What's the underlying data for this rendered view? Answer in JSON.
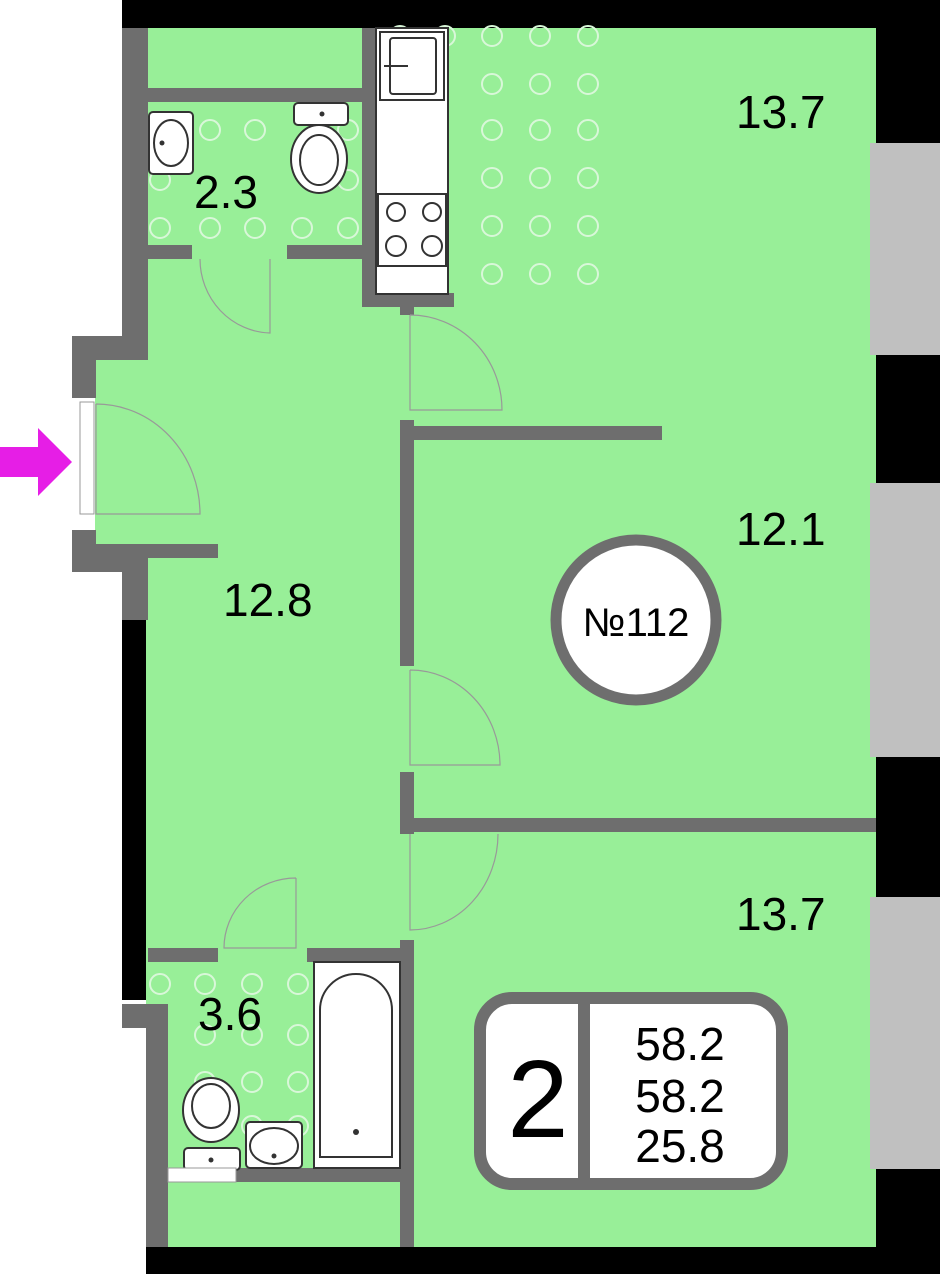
{
  "plan": {
    "apartment_number": "№112",
    "rooms": [
      {
        "id": "kitchen",
        "area": "13.7"
      },
      {
        "id": "wc",
        "area": "2.3"
      },
      {
        "id": "bedroom",
        "area": "12.1"
      },
      {
        "id": "hall",
        "area": "12.8"
      },
      {
        "id": "living",
        "area": "13.7"
      },
      {
        "id": "bathroom",
        "area": "3.6"
      }
    ],
    "summary": {
      "room_count": "2",
      "total_area": "58.2",
      "area_2": "58.2",
      "area_3": "25.8"
    },
    "colors": {
      "floor": "#98ef98",
      "wall_exterior": "#000000",
      "wall_interior": "#6e6e6e",
      "window": "#c0c0c0",
      "entrance_arrow": "#e61ee6"
    }
  }
}
